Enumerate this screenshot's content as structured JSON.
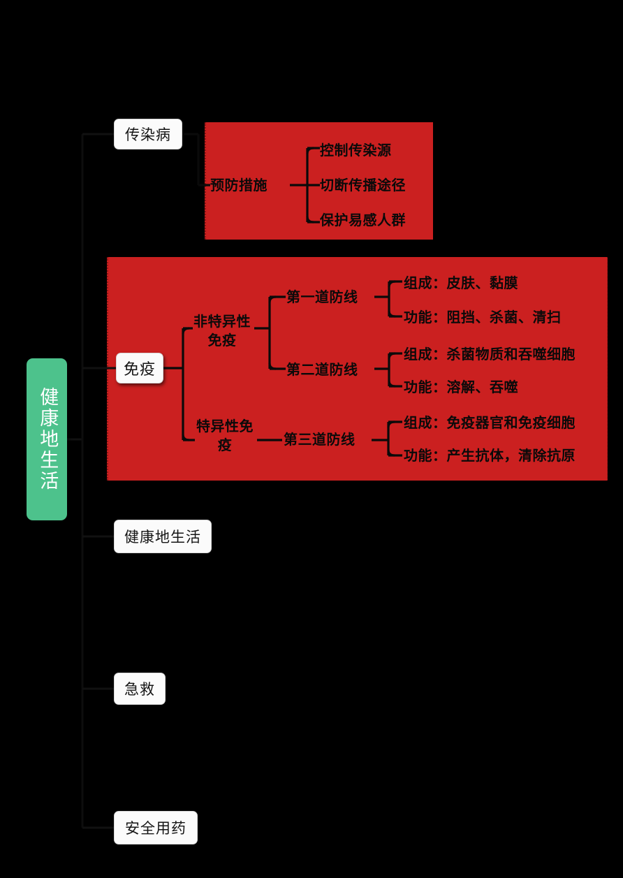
{
  "diagram": {
    "title": "健康地生活",
    "root": {
      "label": "健康地生活",
      "color": "#4DC28C"
    },
    "highlight_color": "#CB2020",
    "branches": [
      {
        "label": "传染病"
      },
      {
        "label": "免疫"
      },
      {
        "label": "健康地生活"
      },
      {
        "label": "急救"
      },
      {
        "label": "安全用药"
      }
    ],
    "infectious": {
      "node": "传染病",
      "prevention": {
        "label": "预防措施",
        "items": [
          "控制传染源",
          "切断传播途径",
          "保护易感人群"
        ]
      }
    },
    "immunity": {
      "node": "免疫",
      "nonspecific": {
        "label": "非特异性免疫",
        "line_first": {
          "label": "第一道防线",
          "composition": "组成：皮肤、黏膜",
          "function": "功能：阻挡、杀菌、清扫"
        },
        "line_second": {
          "label": "第二道防线",
          "composition": "组成：杀菌物质和吞噬细胞",
          "function": "功能：溶解、吞噬"
        }
      },
      "specific": {
        "label": "特异性免疫",
        "line_third": {
          "label": "第三道防线",
          "composition": "组成：免疫器官和免疫细胞",
          "function": "功能：产生抗体，清除抗原"
        }
      }
    }
  }
}
